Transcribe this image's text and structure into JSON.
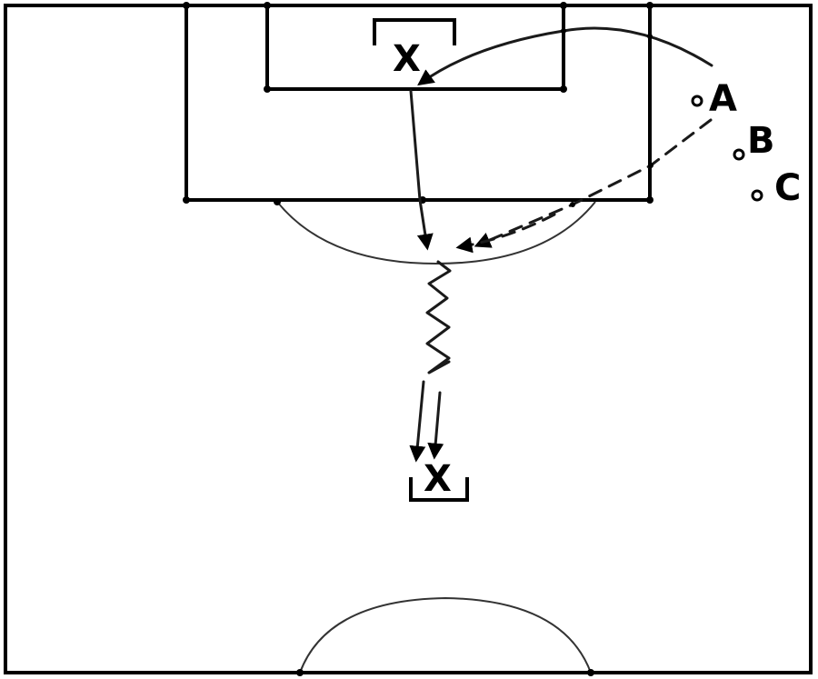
{
  "players": {
    "goalkeeper_label": "X",
    "receiver_label": "X",
    "server_a_label": "A",
    "server_b_label": "B",
    "server_c_label": "C"
  }
}
